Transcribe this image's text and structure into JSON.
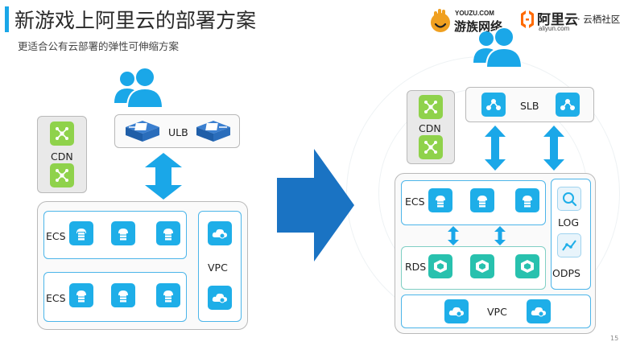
{
  "header": {
    "title": "新游戏上阿里云的部署方案",
    "subtitle": "更适合公有云部署的弹性可伸缩方案",
    "logo_youzu_top": "YOUZU.COM",
    "logo_youzu_bottom": "游族网络",
    "logo_aliyun_cn": "阿里云",
    "logo_aliyun_en": "aliyun.com",
    "logo_community": "· 云栖社区"
  },
  "left": {
    "cdn": "CDN",
    "ulb": "ULB",
    "ecs1": "ECS",
    "ecs2": "ECS",
    "vpc": "VPC"
  },
  "right": {
    "cdn": "CDN",
    "slb": "SLB",
    "ecs": "ECS",
    "rds": "RDS",
    "log": "LOG",
    "odps": "ODPS",
    "vpc": "VPC"
  },
  "footer": {
    "page_number": "15"
  },
  "colors": {
    "accent_blue": "#1aa7e8",
    "tile_blue": "#1eaee8",
    "tile_teal": "#28c1ae",
    "tile_green": "#8fd24b",
    "arrow_blue": "#1a73c3",
    "youzu_orange": "#f0a020",
    "aliyun_orange": "#ff6a00"
  }
}
